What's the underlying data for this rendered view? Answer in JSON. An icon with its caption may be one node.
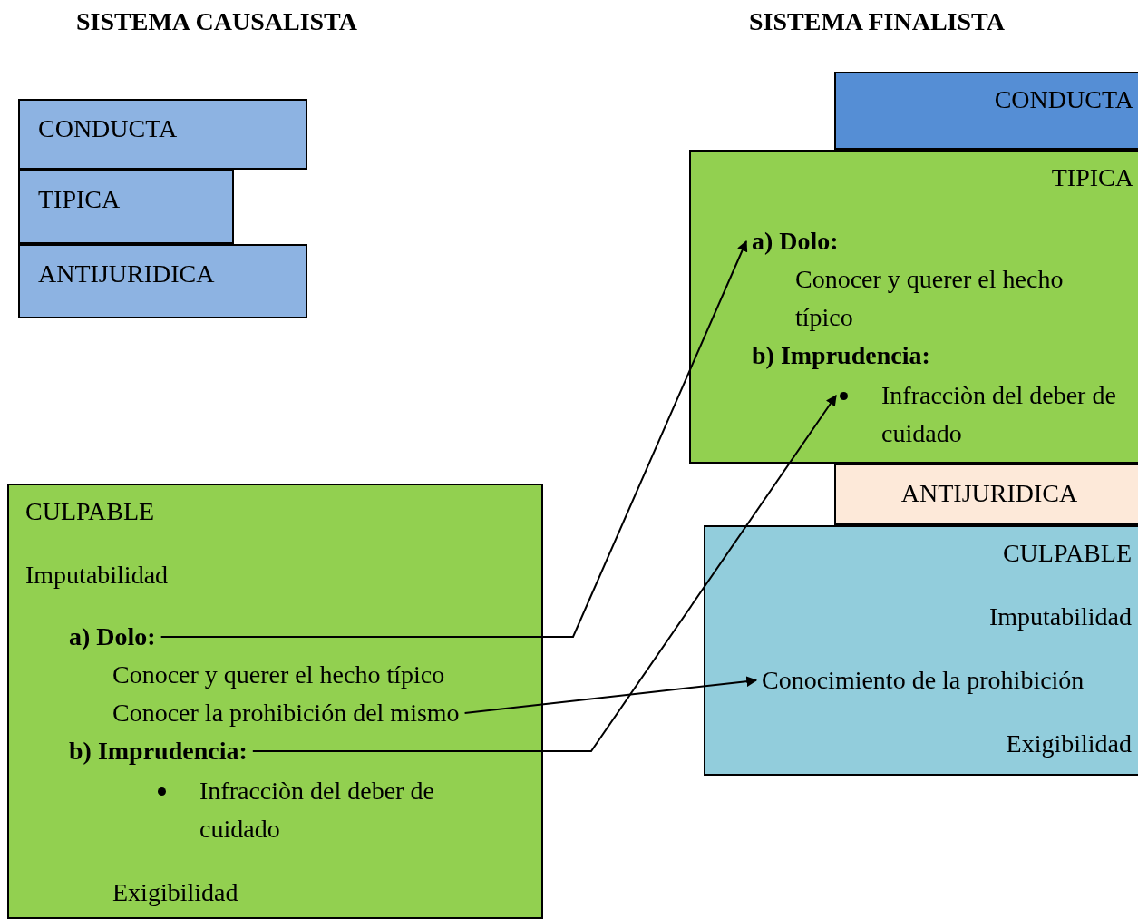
{
  "diagram": {
    "nodes": [
      {
        "text": [
          "CONDUCTA"
        ]
      },
      {
        "text": [
          "TIPICA"
        ]
      },
      {
        "text": [
          "ANTIJURIDICA"
        ]
      },
      {
        "text": [
          "CULPABLE",
          "Imputabilidad",
          "Conocer y querer el hecho típico",
          "Infracciòn del deber de cuidado",
          "Exigibilidad"
        ]
      },
      {
        "text": [
          "a) Dolo:"
        ],
        "in": 3
      },
      {
        "text": [
          "Conocer la prohibición del mismo"
        ],
        "in": 3
      },
      {
        "text": [
          "b) Imprudencia:"
        ],
        "in": 3
      },
      {
        "text": [
          "CONDUCTA"
        ]
      },
      {
        "text": [
          "TIPICA",
          "Conocer y querer el hecho típico",
          "b) Imprudencia:"
        ]
      },
      {
        "text": [
          "a) Dolo:"
        ],
        "in": 8
      },
      {
        "text": [
          "Infracciòn del deber de cuidado"
        ],
        "in": 8
      },
      {
        "text": [
          "ANTIJURIDICA"
        ]
      },
      {
        "text": [
          "CULPABLE",
          "Imputabilidad",
          "Exigibilidad"
        ]
      },
      {
        "text": [
          "Conocimiento de la prohibición"
        ],
        "in": 12
      }
    ],
    "edges": [
      {
        "from": 4,
        "to": 9,
        "arrow": "to"
      },
      {
        "from": 6,
        "to": 10,
        "arrow": "to"
      },
      {
        "from": 5,
        "to": 13,
        "arrow": "to"
      }
    ],
    "labels": [
      "SISTEMA CAUSALISTA",
      "SISTEMA FINALISTA"
    ]
  }
}
